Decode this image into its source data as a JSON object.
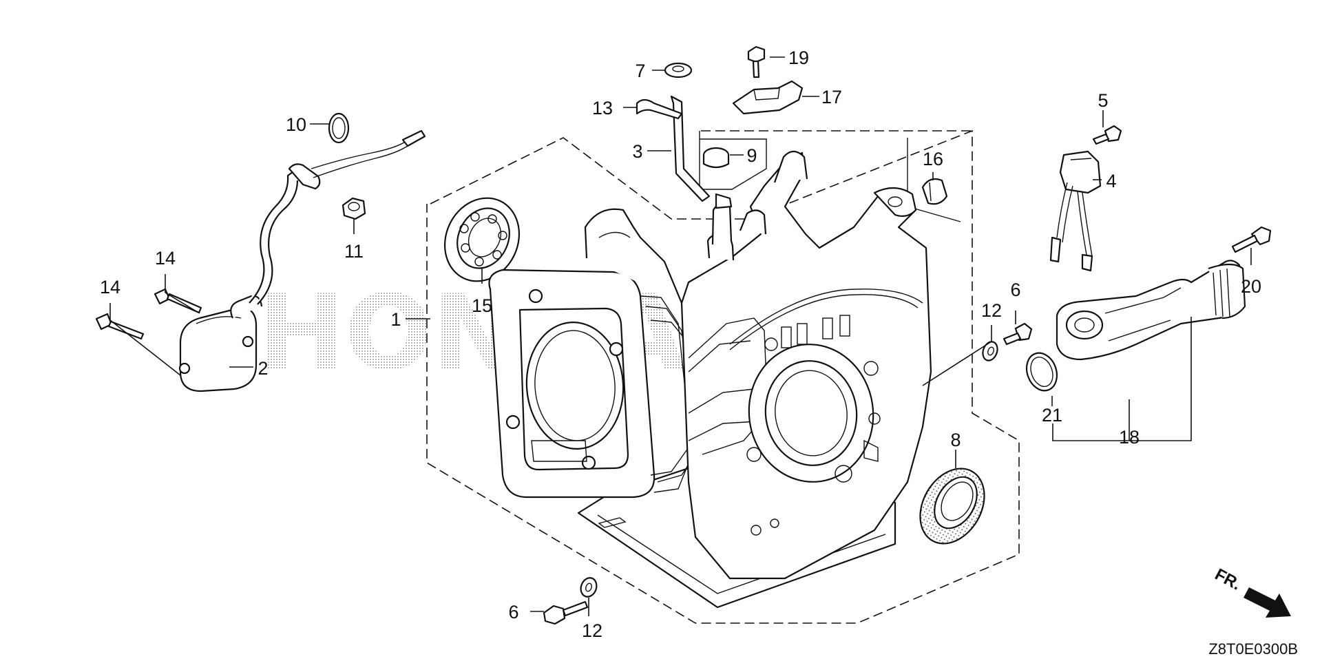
{
  "diagram_code": "Z8T0E0300B",
  "direction_label": "FR.",
  "watermark": "HONDA",
  "part_numbers": {
    "p1": "1",
    "p2": "2",
    "p3": "3",
    "p4": "4",
    "p5": "5",
    "p6a": "6",
    "p6b": "6",
    "p7": "7",
    "p8": "8",
    "p9": "9",
    "p10": "10",
    "p11": "11",
    "p12a": "12",
    "p12b": "12",
    "p13": "13",
    "p14a": "14",
    "p14b": "14",
    "p15": "15",
    "p16": "16",
    "p17": "17",
    "p18": "18",
    "p19": "19",
    "p20": "20",
    "p21": "21"
  }
}
